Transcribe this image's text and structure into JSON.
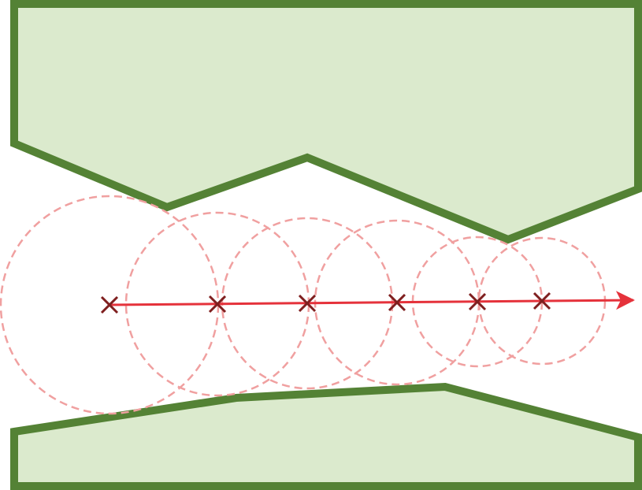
{
  "colors": {
    "obstacle_fill": "#dbeacd",
    "obstacle_stroke": "#548235",
    "circle_stroke": "#f0a0a0",
    "path_stroke": "#e5323b",
    "marker_stroke": "#7f1f1f"
  },
  "diagram": {
    "obstacles": [
      "upper-obstacle",
      "lower-obstacle"
    ],
    "sample_point_count": 6,
    "circle_style": "dashed",
    "marker_shape": "cross",
    "path_end": "arrow"
  }
}
